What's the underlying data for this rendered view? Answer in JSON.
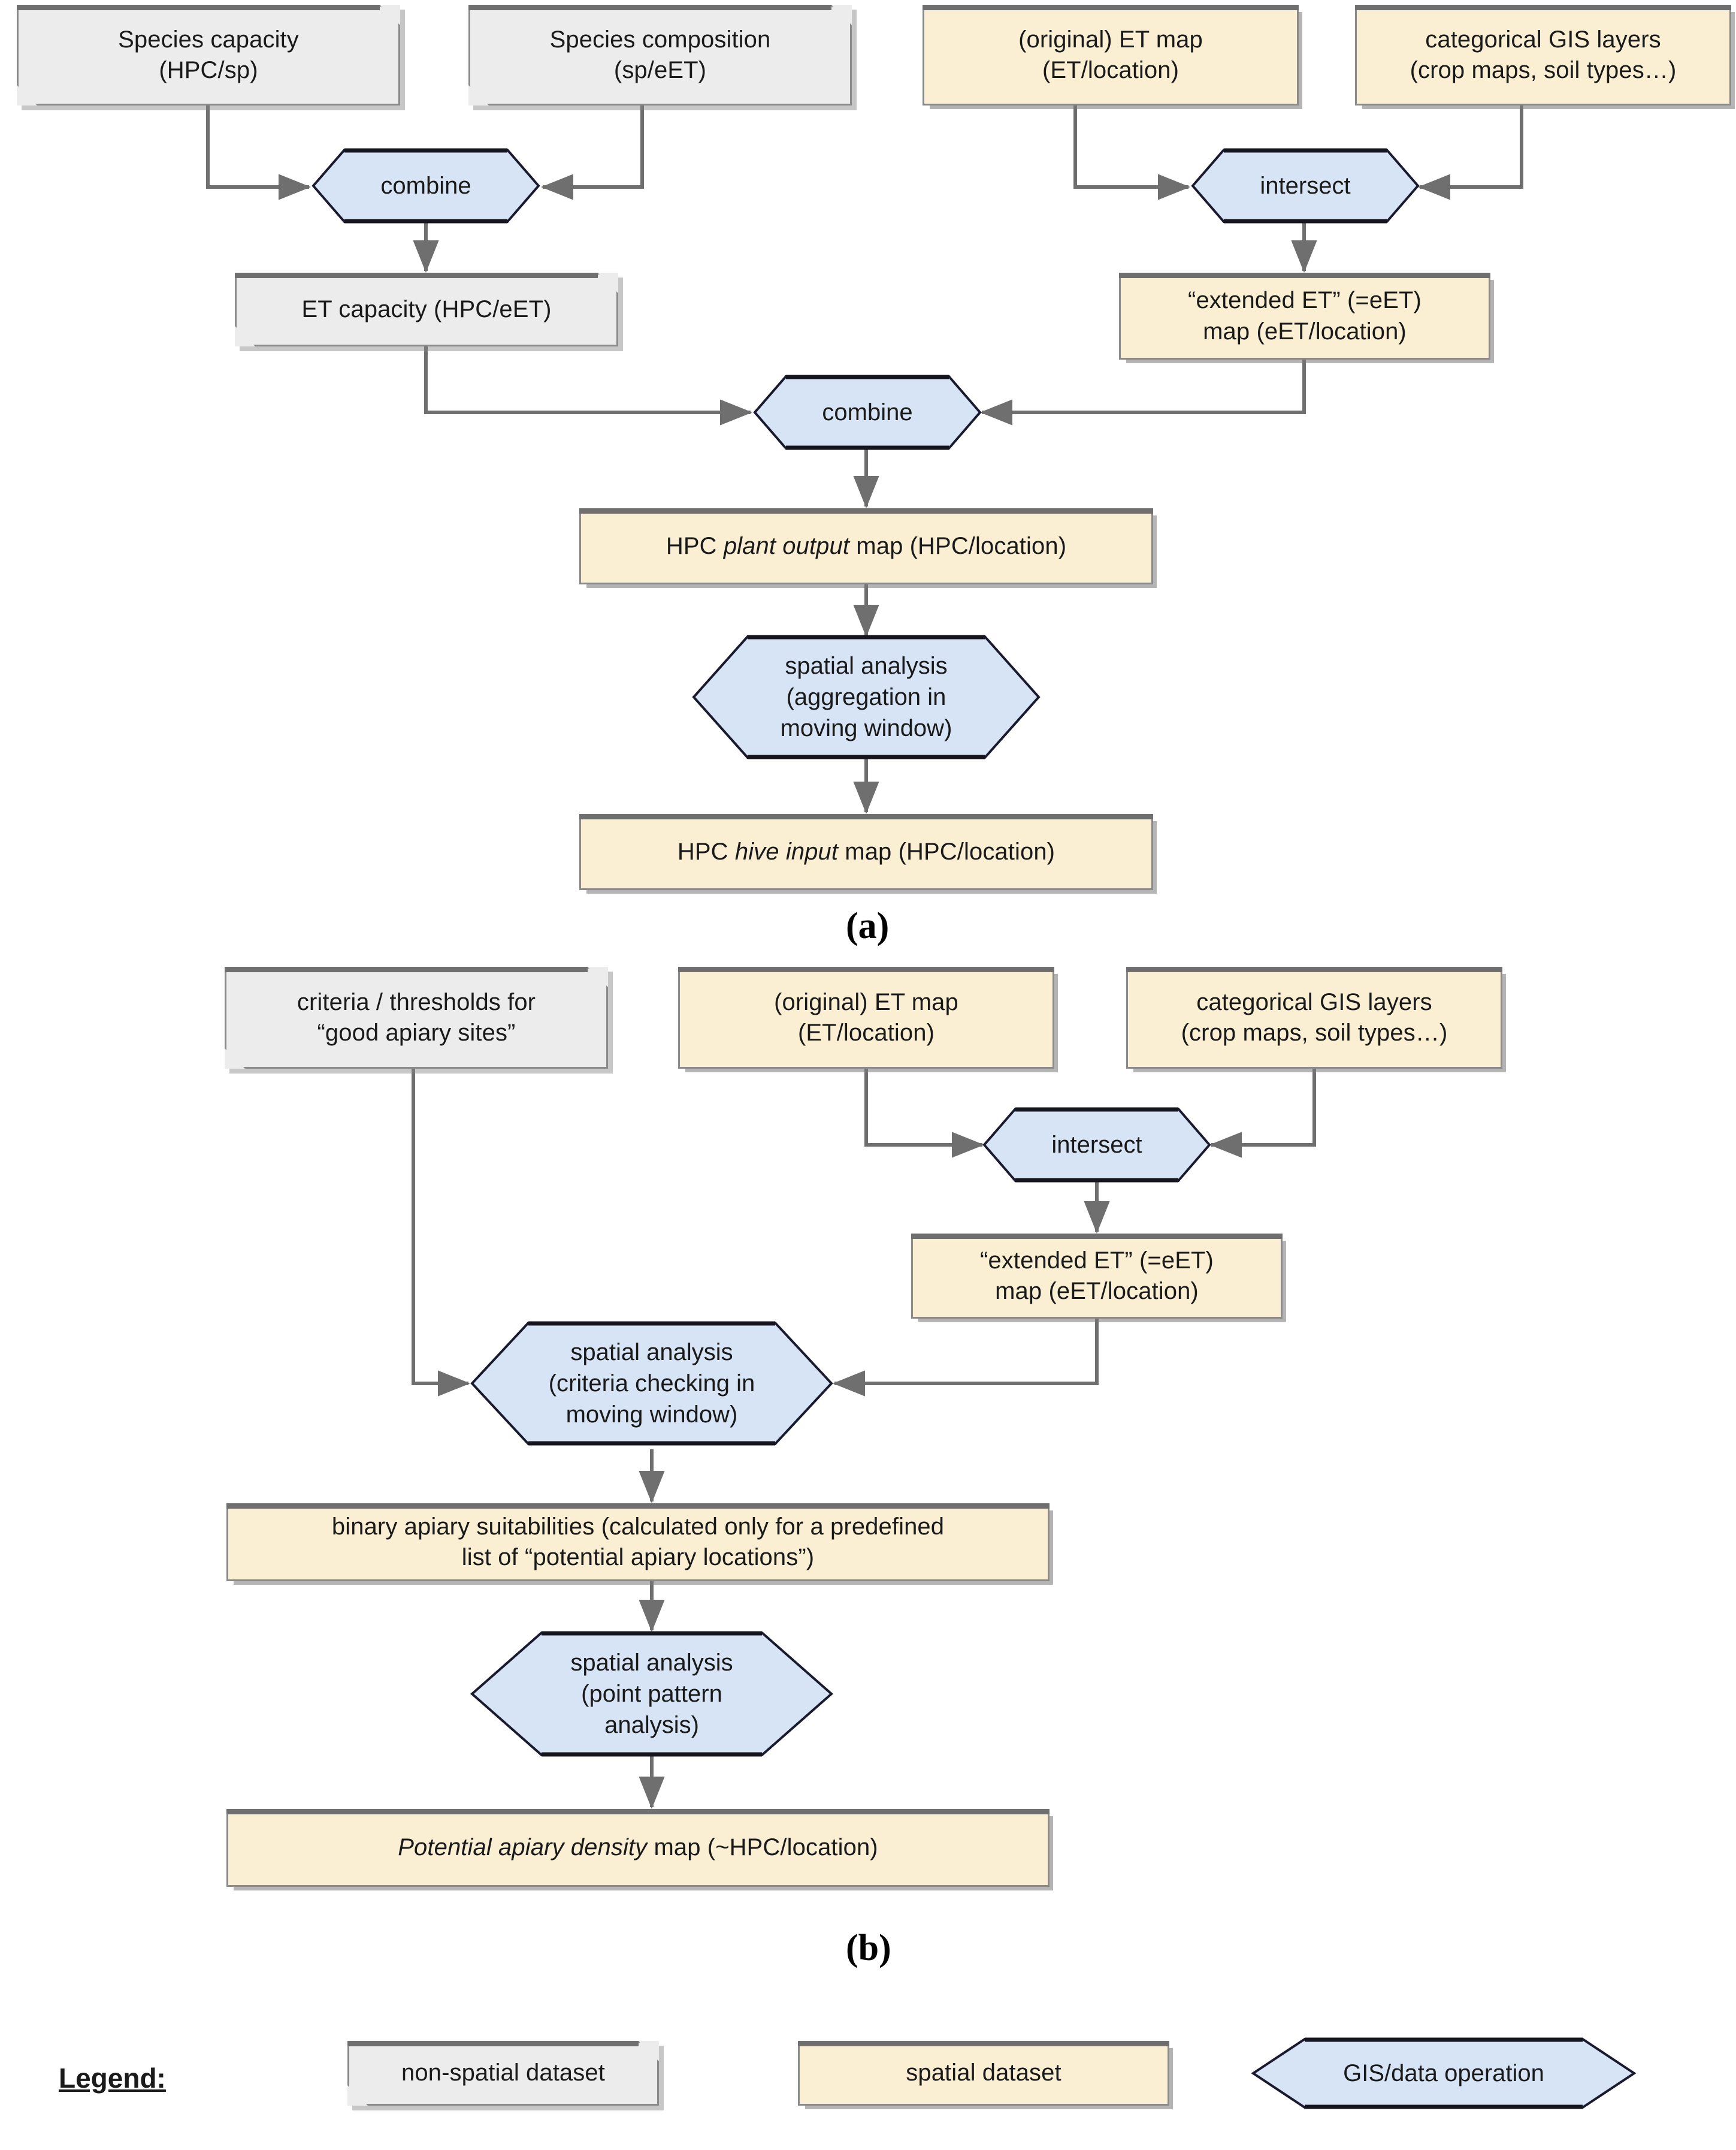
{
  "figure": {
    "panel_a_label": "(a)",
    "panel_b_label": "(b)"
  },
  "colors": {
    "spatial_dataset_fill": "#FAEFD2",
    "non_spatial_dataset_fill": "#ECECEC",
    "operation_fill": "#D6E4F5",
    "shape_border": "#8A8A8A",
    "operation_border": "#1A1A2E",
    "connector": "#6F6F6F",
    "text": "#1A1A1A"
  },
  "panel_a": {
    "nodes": {
      "species_capacity": {
        "line1": "Species capacity",
        "line2": "(HPC/sp)",
        "type": "non-spatial dataset"
      },
      "species_composition": {
        "line1": "Species composition",
        "line2": "(sp/eET)",
        "type": "non-spatial dataset"
      },
      "original_et_map": {
        "line1": "(original) ET map",
        "line2": "(ET/location)",
        "type": "spatial dataset"
      },
      "categorical_gis_layers": {
        "line1": "categorical GIS layers",
        "line2": "(crop maps, soil types…)",
        "type": "spatial dataset"
      },
      "combine_top_left": {
        "label": "combine",
        "type": "GIS/data operation"
      },
      "intersect_top_right": {
        "label": "intersect",
        "type": "GIS/data operation"
      },
      "et_capacity": {
        "line1": "ET capacity (HPC/eET)",
        "type": "non-spatial dataset"
      },
      "extended_et_map": {
        "line1": "“extended ET” (=eET)",
        "line2": "map (eET/location)",
        "type": "spatial dataset"
      },
      "combine_mid": {
        "label": "combine",
        "type": "GIS/data operation"
      },
      "hpc_plant_output_map": {
        "pre": "HPC ",
        "em": "plant output",
        "post": " map (HPC/location)",
        "type": "spatial dataset"
      },
      "spatial_analysis_aggregation": {
        "line1": "spatial analysis",
        "line2": "(aggregation in",
        "line3": "moving window)",
        "type": "GIS/data operation"
      },
      "hpc_hive_input_map": {
        "pre": "HPC ",
        "em": "hive input",
        "post": " map (HPC/location)",
        "type": "spatial dataset"
      }
    }
  },
  "panel_b": {
    "nodes": {
      "criteria_thresholds": {
        "line1": "criteria / thresholds for",
        "line2": "“good apiary sites”",
        "type": "non-spatial dataset"
      },
      "original_et_map": {
        "line1": "(original) ET map",
        "line2": "(ET/location)",
        "type": "spatial dataset"
      },
      "categorical_gis_layers": {
        "line1": "categorical GIS layers",
        "line2": "(crop maps, soil types…)",
        "type": "spatial dataset"
      },
      "intersect": {
        "label": "intersect",
        "type": "GIS/data operation"
      },
      "extended_et_map": {
        "line1": "“extended ET” (=eET)",
        "line2": "map (eET/location)",
        "type": "spatial dataset"
      },
      "spatial_analysis_criteria": {
        "line1": "spatial analysis",
        "line2": "(criteria checking in",
        "line3": "moving window)",
        "type": "GIS/data operation"
      },
      "binary_apiary_suitabilities": {
        "line1": "binary apiary suitabilities (calculated only for a predefined",
        "line2": "list of “potential apiary locations”)",
        "type": "spatial dataset"
      },
      "spatial_analysis_point_pattern": {
        "line1": "spatial analysis",
        "line2": "(point pattern",
        "line3": "analysis)",
        "type": "GIS/data operation"
      },
      "potential_apiary_density_map": {
        "em": "Potential apiary density",
        "post": " map (~HPC/location)",
        "type": "spatial dataset"
      }
    }
  },
  "legend": {
    "title": "Legend:",
    "items": [
      {
        "label": "non-spatial dataset",
        "shape": "clipped-rectangle",
        "fill": "#ECECEC"
      },
      {
        "label": "spatial dataset",
        "shape": "rectangle",
        "fill": "#FAEFD2"
      },
      {
        "label": "GIS/data operation",
        "shape": "hexagon",
        "fill": "#D6E4F5"
      }
    ]
  }
}
